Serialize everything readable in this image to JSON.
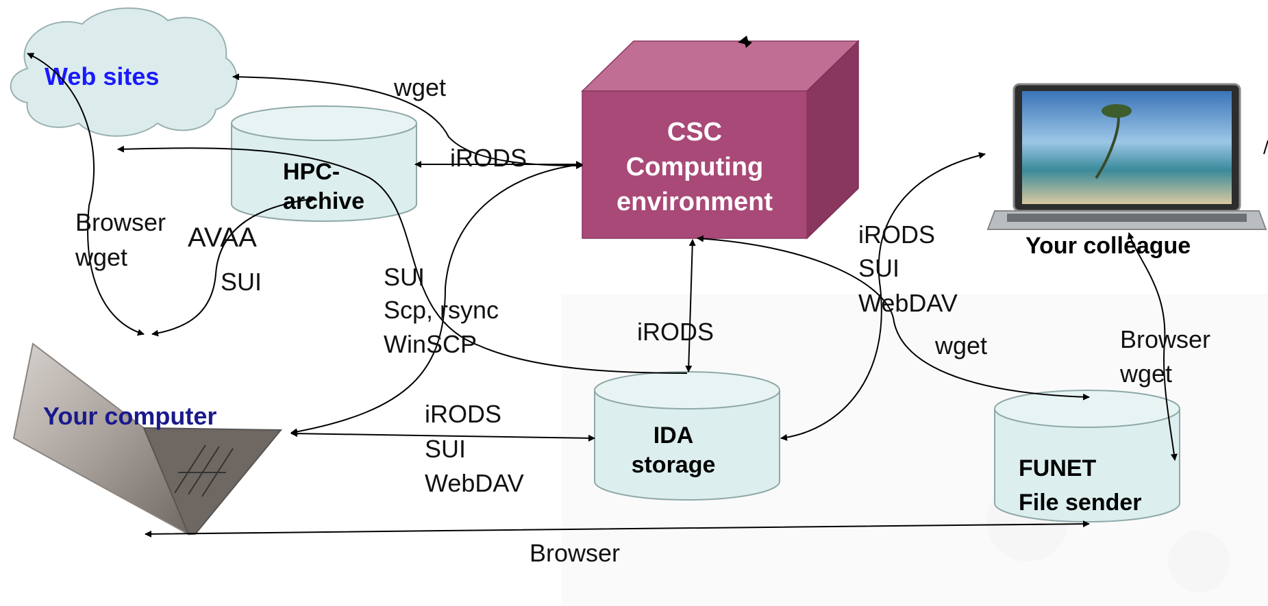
{
  "nodes": {
    "web_sites": "Web sites",
    "hpc_archive": [
      "HPC-",
      "archive"
    ],
    "csc": [
      "CSC",
      "Computing",
      "environment"
    ],
    "your_colleague": "Your colleague",
    "your_computer": "Your computer",
    "ida_storage": [
      "IDA",
      "storage"
    ],
    "funet": [
      "FUNET",
      "File sender"
    ]
  },
  "edges": {
    "wget_web_csc": "wget",
    "irods_hpc_csc": "iRODS",
    "browser_wget_web": [
      "Browser",
      "wget"
    ],
    "avaa": "AVAA",
    "sui_hpc": "SUI",
    "computer_csc": [
      "SUI",
      "Scp, rsync",
      "WinSCP"
    ],
    "irods_csc_ida": "iRODS",
    "colleague_ida": [
      "iRODS",
      "SUI",
      "WebDAV"
    ],
    "wget_csc_funet": "wget",
    "browser_wget_funet": [
      "Browser",
      "wget"
    ],
    "computer_ida": [
      "iRODS",
      "SUI",
      "WebDAV"
    ],
    "browser_bottom": "Browser"
  },
  "colors": {
    "cloud_fill": "#dcecec",
    "cylinder_fill": "#dceeee",
    "cube_front": "#a94978",
    "cube_top": "#c06e93",
    "cube_side": "#8a3760",
    "title_blue": "#1a1aff",
    "title_navy": "#1a1a8c"
  },
  "icons": [
    "cloud-shape",
    "cylinder-shape",
    "cube-shape",
    "laptop-image"
  ]
}
